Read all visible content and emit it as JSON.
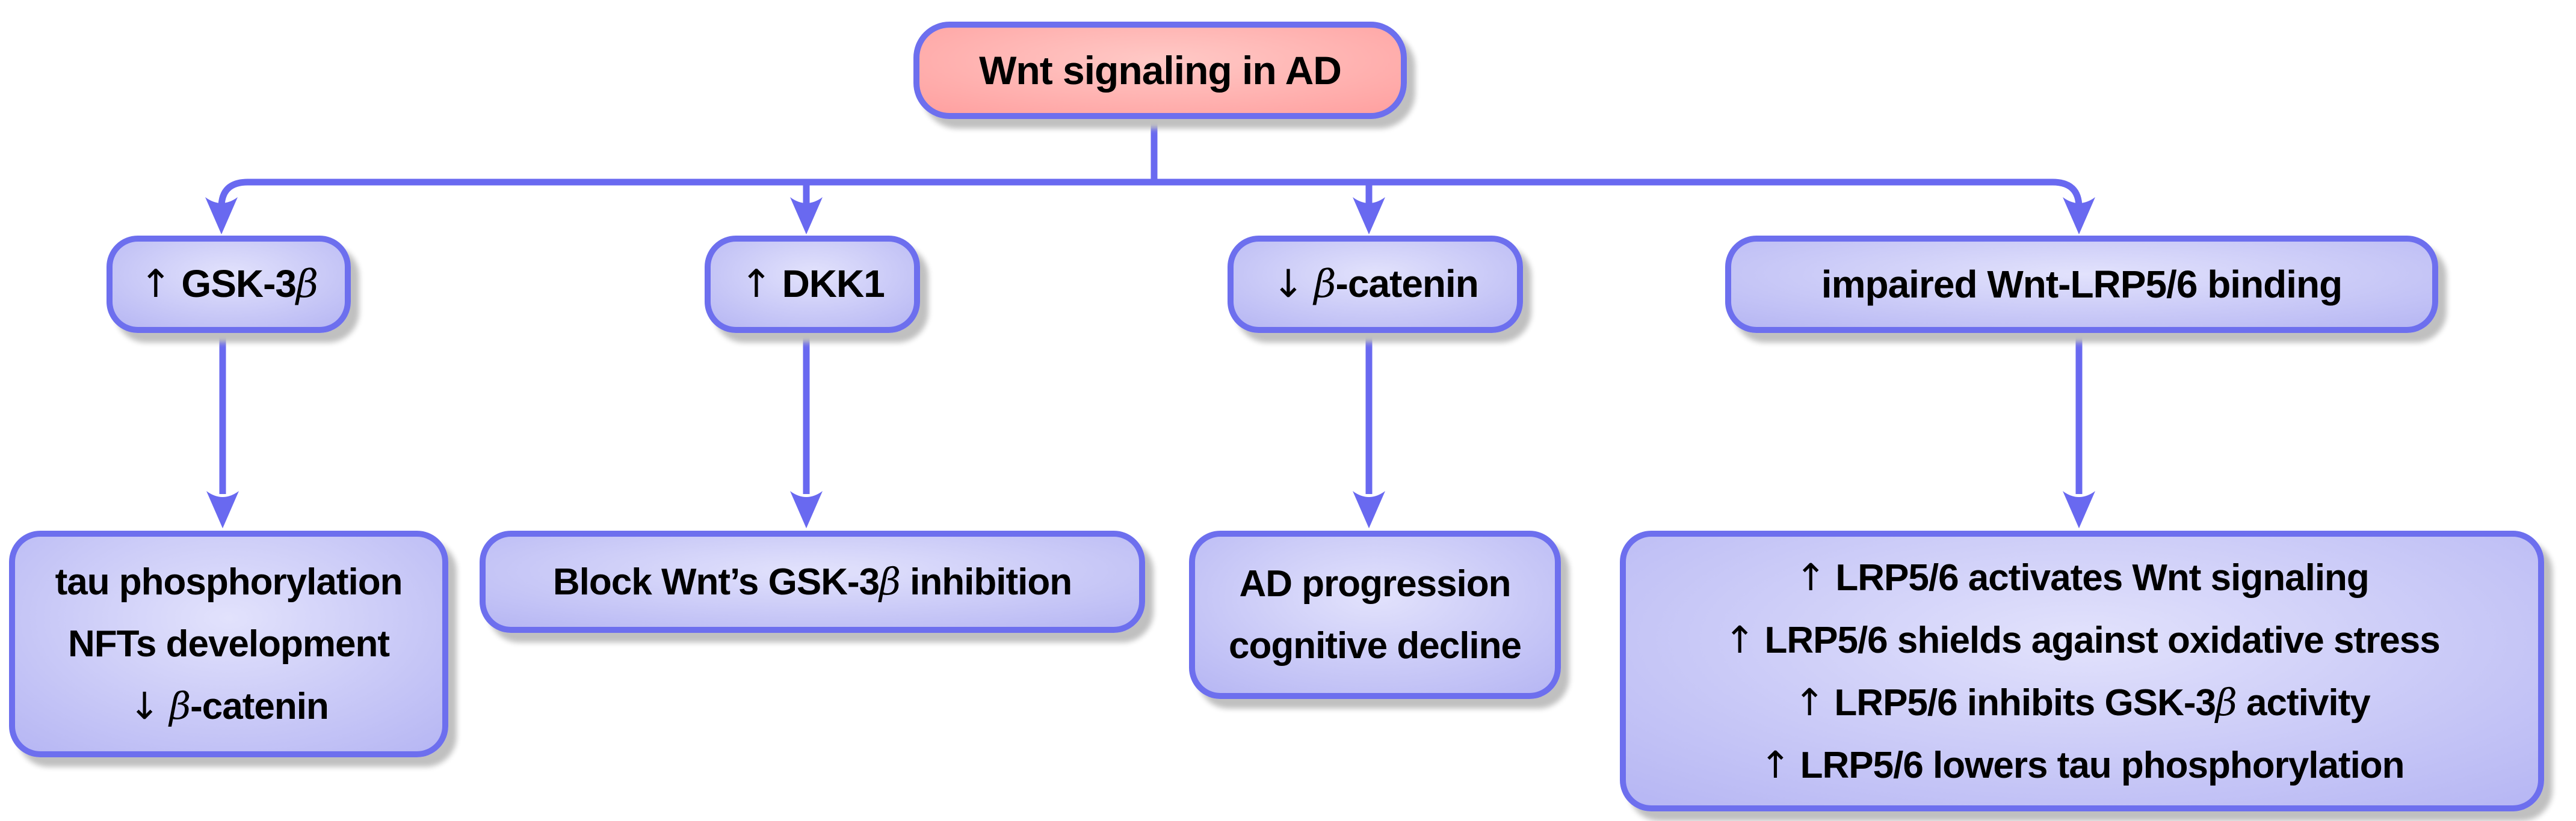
{
  "diagram": {
    "root": {
      "label": "Wnt signaling in AD"
    },
    "causes": [
      {
        "label": "↑ GSK-3β"
      },
      {
        "label": "↑ DKK1"
      },
      {
        "label": "↓ β-catenin"
      },
      {
        "label": "impaired Wnt-LRP5/6 binding"
      }
    ],
    "effects": [
      {
        "lines": [
          "tau phosphorylation",
          "NFTs development",
          "↓ β-catenin"
        ]
      },
      {
        "lines": [
          "Block Wnt’s GSK-3β inhibition"
        ]
      },
      {
        "lines": [
          "AD progression",
          "cognitive decline"
        ]
      },
      {
        "lines": [
          "↑ LRP5/6 activates Wnt signaling",
          "↑ LRP5/6 shields against oxidative stress",
          "↑ LRP5/6 inhibits GSK-3β activity",
          "↑ LRP5/6 lowers tau phosphorylation"
        ]
      }
    ]
  },
  "colors": {
    "root_edge": "#ff9a9a",
    "root_center": "#ffc9c6",
    "node_edge": "#b0b0f2",
    "node_center": "#e2e2fc",
    "border": "#6d6fee",
    "connector": "#6969f0",
    "shadow": "#c0c0c0",
    "text": "#000000",
    "bg": "#ffffff"
  }
}
